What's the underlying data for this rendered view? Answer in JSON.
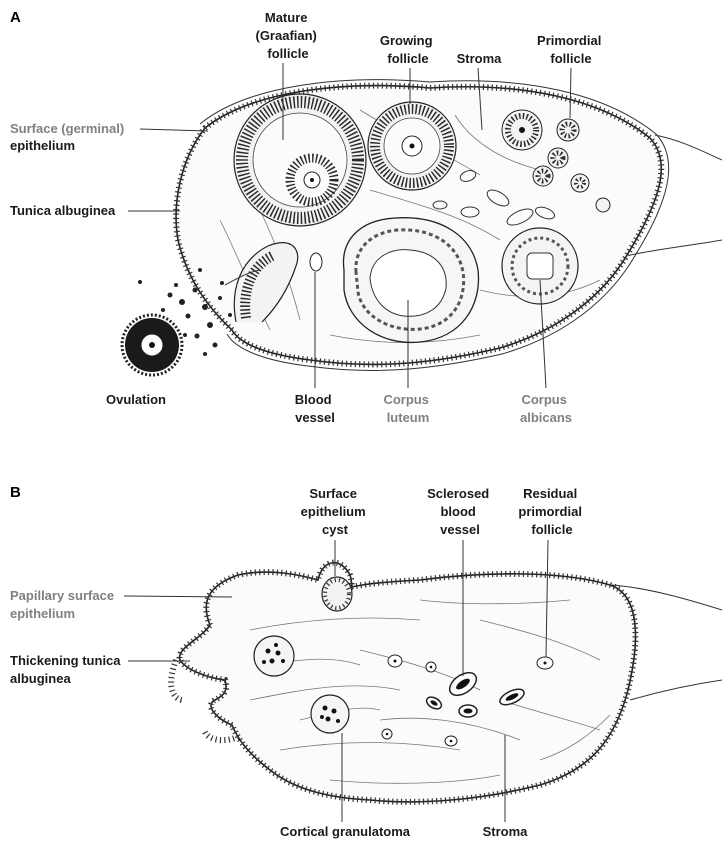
{
  "panels": {
    "a": {
      "letter": "A",
      "labels": {
        "mature_follicle": [
          "Mature",
          "(Graafian)",
          "follicle"
        ],
        "growing_follicle": [
          "Growing",
          "follicle"
        ],
        "stroma": "Stroma",
        "primordial_follicle": [
          "Primordial",
          "follicle"
        ],
        "surface_epithelium": [
          "Surface (germinal)",
          "epithelium"
        ],
        "tunica_albuginea": "Tunica albuginea",
        "ovulation": "Ovulation",
        "blood_vessel": [
          "Blood",
          "vessel"
        ],
        "corpus_luteum": [
          "Corpus",
          "luteum"
        ],
        "corpus_albicans": [
          "Corpus",
          "albicans"
        ]
      }
    },
    "b": {
      "letter": "B",
      "labels": {
        "surface_epithelium_cyst": [
          "Surface",
          "epithelium",
          "cyst"
        ],
        "sclerosed_blood_vessel": [
          "Sclerosed",
          "blood",
          "vessel"
        ],
        "residual_primordial_follicle": [
          "Residual",
          "primordial",
          "follicle"
        ],
        "papillary_surface_epithelium": [
          "Papillary surface",
          "epithelium"
        ],
        "thickening_tunica_albuginea": [
          "Thickening tunica",
          "albuginea"
        ],
        "cortical_granulatoma": "Cortical granulatoma",
        "stroma": "Stroma"
      }
    }
  },
  "colors": {
    "label_dark": "#1a1a1a",
    "label_gray": "#808080",
    "line": "#333333"
  }
}
